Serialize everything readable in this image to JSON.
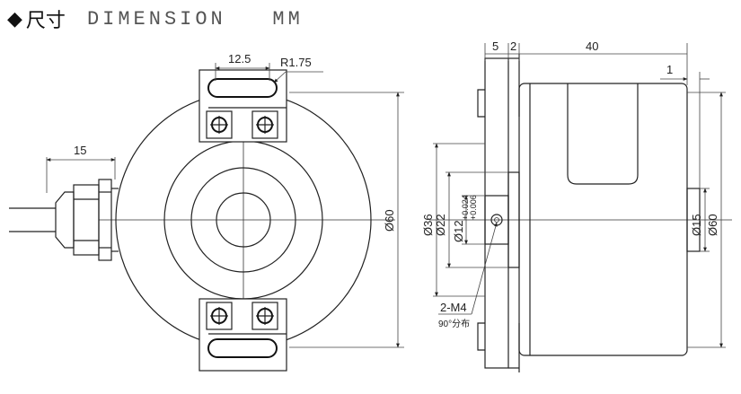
{
  "header": {
    "bullet": "◆",
    "title_cn": "尺寸",
    "title_en": "DIMENSION   MM"
  },
  "front_view": {
    "dim_slot_width": "12.5",
    "dim_radius": "R1.75",
    "dim_cable": "15",
    "dim_outer_dia": "Ø60"
  },
  "side_view": {
    "dim_5": "5",
    "dim_2": "2",
    "dim_40": "40",
    "dim_1": "1",
    "dim_36": "Ø36",
    "dim_22": "Ø22",
    "dim_12": "Ø12",
    "tol_upper": "+0.024",
    "tol_lower": "+0.006",
    "dim_15": "Ø15",
    "dim_60": "Ø60",
    "screw_label": "2-M4",
    "screw_note": "90°分布"
  }
}
